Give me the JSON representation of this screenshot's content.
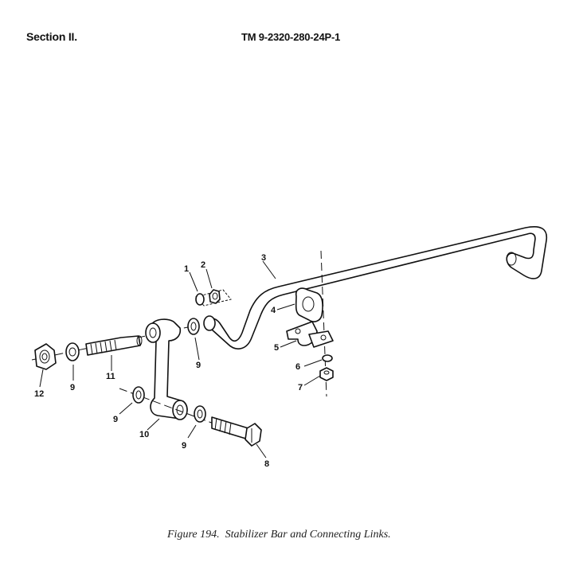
{
  "header": {
    "section": "Section II.",
    "tm_number": "TM 9-2320-280-24P-1"
  },
  "figure": {
    "caption": "Figure 194.  Stabilizer Bar and Connecting Links."
  },
  "callouts": {
    "c1": "1",
    "c2": "2",
    "c3": "3",
    "c4": "4",
    "c5": "5",
    "c6": "6",
    "c7": "7",
    "c8": "8",
    "c9a": "9",
    "c9b": "9",
    "c9c": "9",
    "c9d": "9",
    "c10": "10",
    "c11": "11",
    "c12": "12"
  }
}
